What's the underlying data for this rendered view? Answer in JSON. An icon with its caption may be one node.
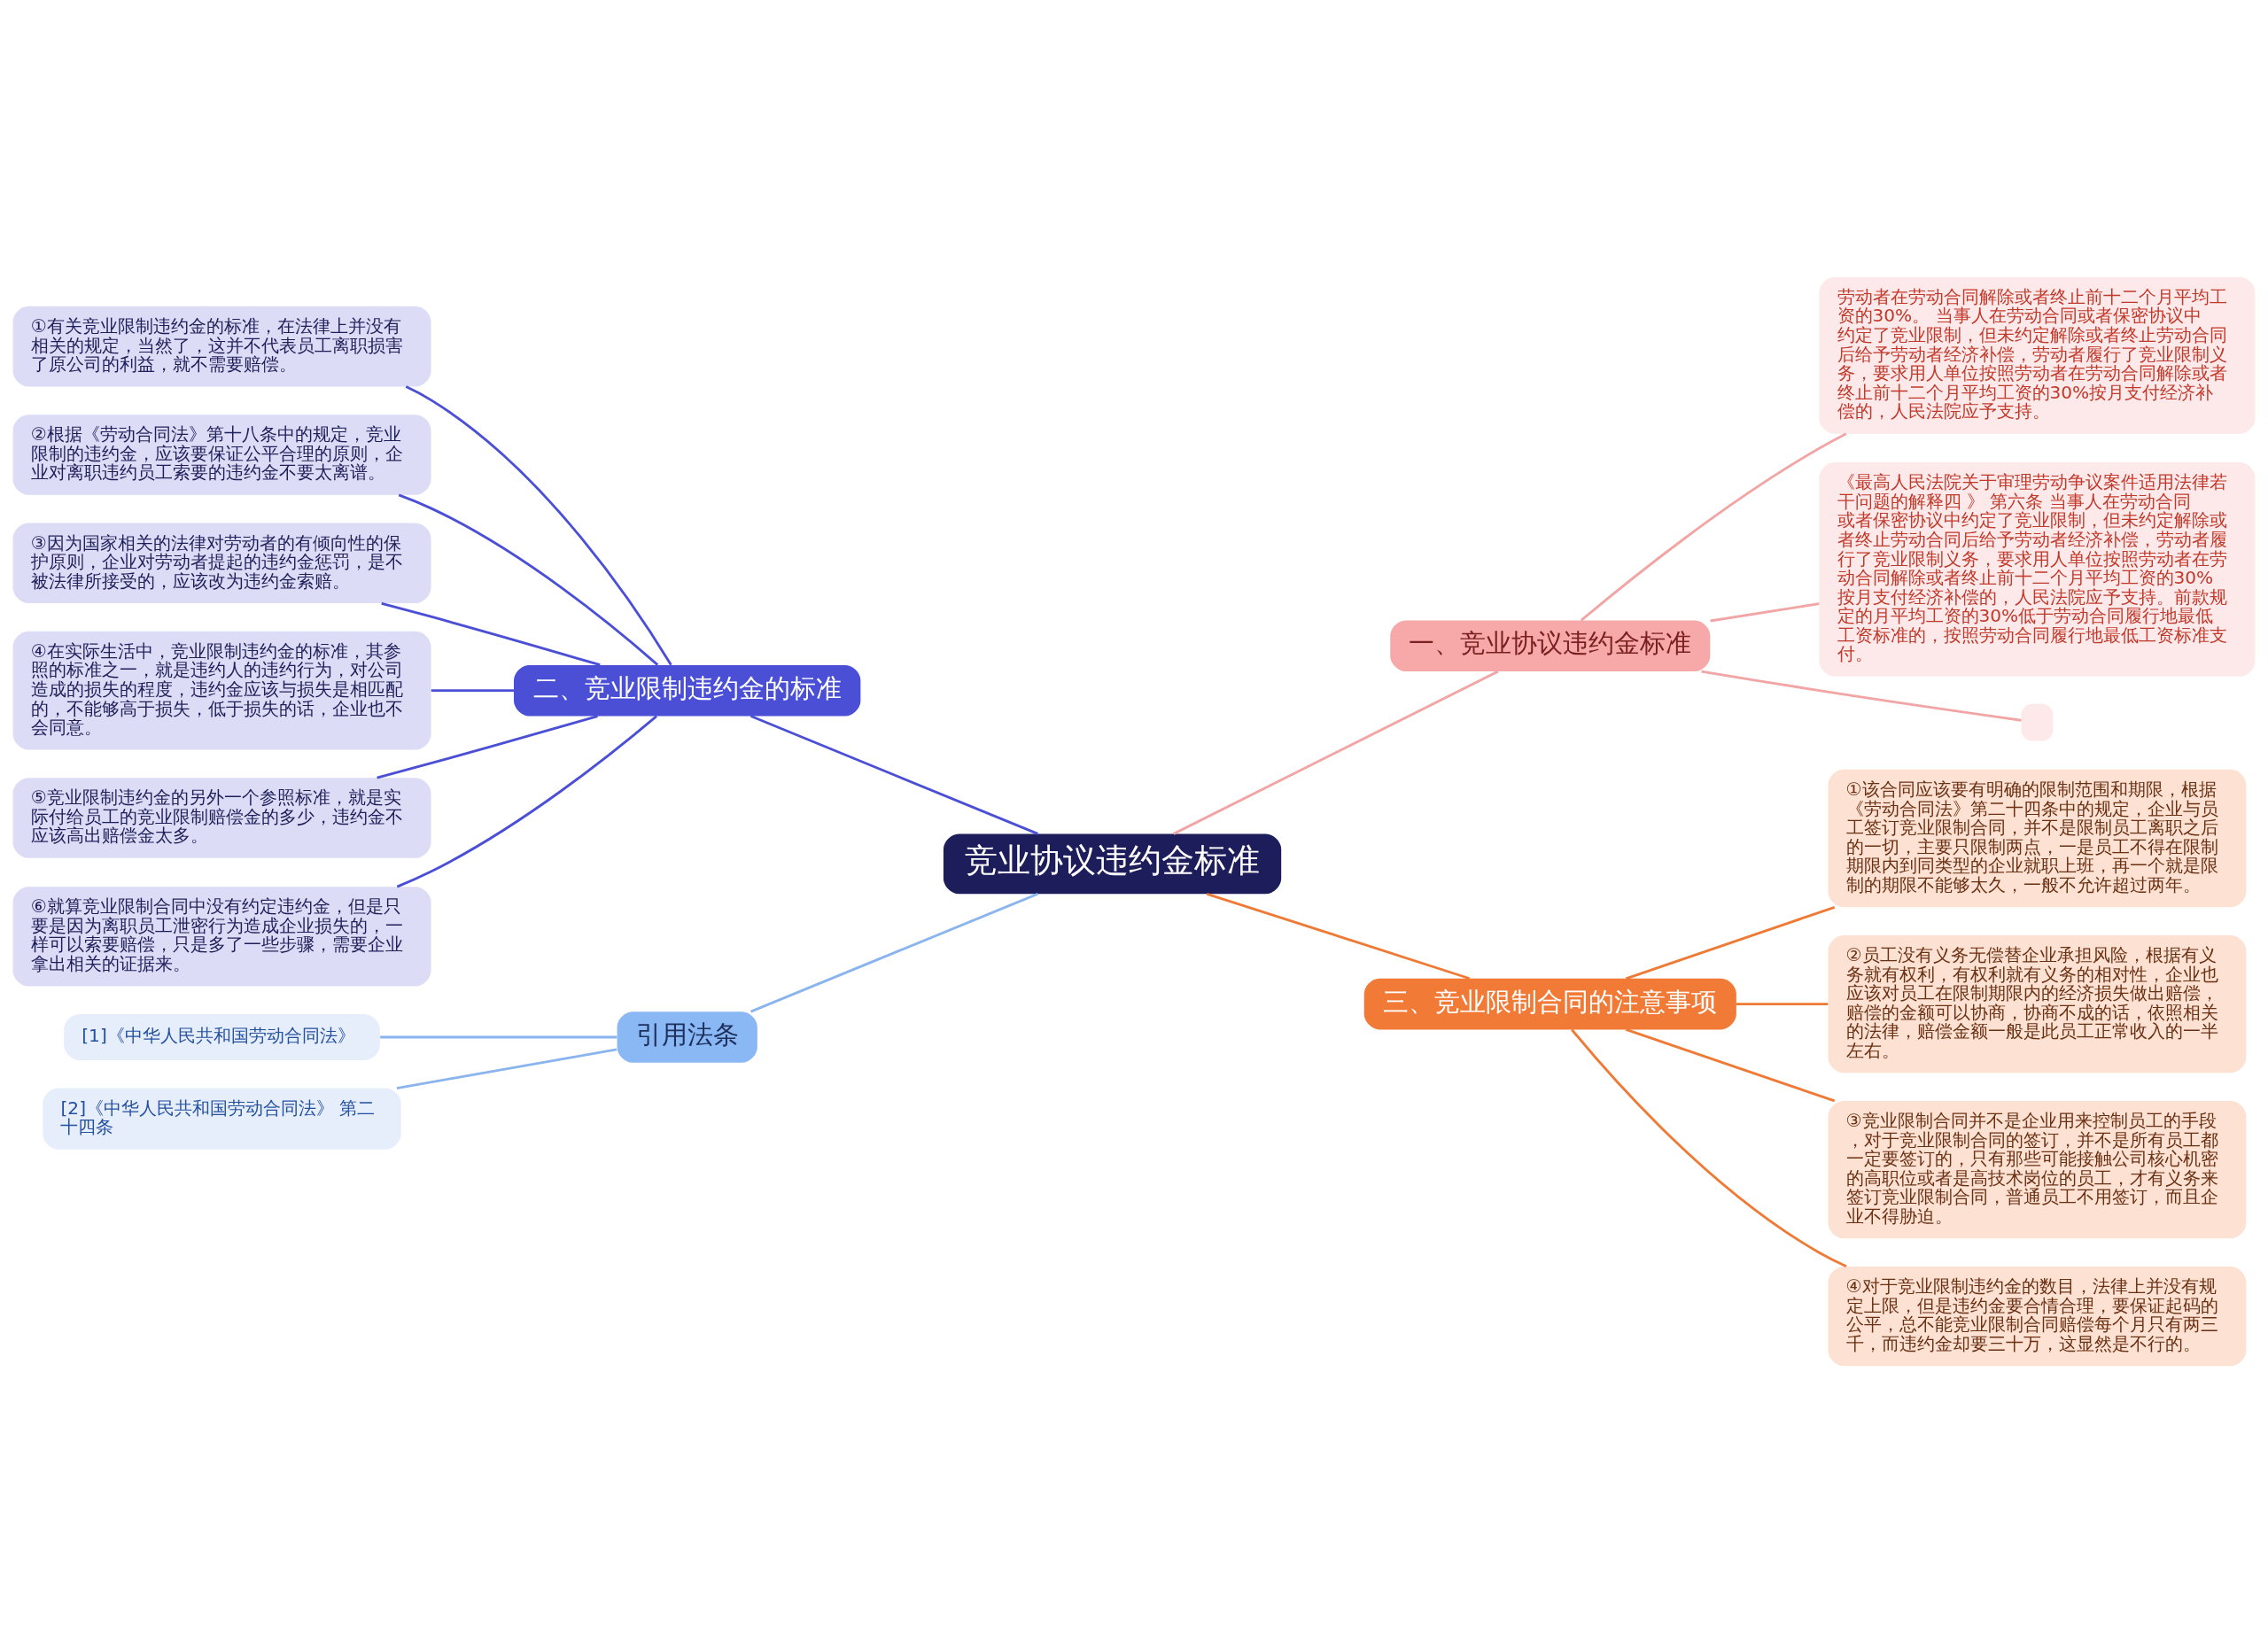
{
  "diagram": {
    "nodes": [
      {
        "text": [
          "竞业协议违约金标准"
        ]
      },
      {
        "text": [
          "一、竞业协议违约金标准"
        ]
      },
      {
        "text": [
          "劳动者在劳动合同解除或者终止前十二个月平均工资的30%。 当事人在劳动合同或者保密协议中约定了竞业限制，但未约定解除或者终止劳动合同后给予劳动者经济补偿，劳动者履行了竞业限制义务，要求用人单位按照劳动者在劳动合同解除或者终止前十二个月平均工资的30%按月支付经济补偿的，人民法院应予支持。"
        ]
      },
      {
        "text": [
          "《最高人民法院关于审理劳动争议案件适用法律若干问题的解释四 》 第六条 当事人在劳动合同或者保密协议中约定了竞业限制，但未约定解除或者终止劳动合同后给予劳动者经济补偿，劳动者履行了竞业限制义务，要求用人单位按照劳动者在劳动合同解除或者终止前十二个月平均工资的30%按月支付经济补偿的，人民法院应予支持。前款规定的月平均工资的30%低于劳动合同履行地最低工资标准的，按照劳动合同履行地最低工资标准支付。"
        ]
      },
      {
        "text": [],
        "shape": "box"
      },
      {
        "text": [
          "二、竞业限制违约金的标准"
        ]
      },
      {
        "text": [
          "①有关竞业限制违约金的标准，在法律上并没有相关的规定，当然了，这并不代表员工离职损害了原公司的利益，就不需要赔偿。"
        ]
      },
      {
        "text": [
          "②根据《劳动合同法》第十八条中的规定，竞业限制的违约金，应该要保证公平合理的原则，企业对离职违约员工索要的违约金不要太离谱。"
        ]
      },
      {
        "text": [
          "③因为国家相关的法律对劳动者的有倾向性的保护原则，企业对劳动者提起的违约金惩罚，是不被法律所接受的，应该改为违约金索赔。"
        ]
      },
      {
        "text": [
          "④在实际生活中，竞业限制违约金的标准，其参照的标准之一，就是违约人的违约行为，对公司造成的损失的程度，违约金应该与损失是相匹配的，不能够高于损失，低于损失的话，企业也不会同意。"
        ]
      },
      {
        "text": [
          "⑤竞业限制违约金的另外一个参照标准，就是实际付给员工的竞业限制赔偿金的多少，违约金不应该高出赔偿金太多。"
        ]
      },
      {
        "text": [
          "⑥就算竞业限制合同中没有约定违约金，但是只要是因为离职员工泄密行为造成企业损失的，一样可以索要赔偿，只是多了一些步骤，需要企业拿出相关的证据来。"
        ]
      },
      {
        "text": [
          "三、竞业限制合同的注意事项"
        ]
      },
      {
        "text": [
          "①该合同应该要有明确的限制范围和期限，根据《劳动合同法》第二十四条中的规定，企业与员工签订竞业限制合同，并不是限制员工离职之后的一切，主要只限制两点，一是员工不得在限制期限内到同类型的企业就职上班，再一个就是限制的期限不能够太久，一般不允许超过两年。"
        ]
      },
      {
        "text": [
          "②员工没有义务无偿替企业承担风险，根据有义务就有权利，有权利就有义务的相对性，企业也应该对员工在限制期限内的经济损失做出赔偿，赔偿的金额可以协商，协商不成的话，依照相关的法律，赔偿金额一般是此员工正常收入的一半左右。"
        ]
      },
      {
        "text": [
          "③竞业限制合同并不是企业用来控制员工的手段，对于竞业限制合同的签订，并不是所有员工都一定要签订的，只有那些可能接触公司核心机密的高职位或者是高技术岗位的员工，才有义务来签订竞业限制合同，普通员工不用签订，而且企业不得胁迫。"
        ]
      },
      {
        "text": [
          "④对于竞业限制违约金的数目，法律上并没有规定上限，但是违约金要合情合理，要保证起码的公平，总不能竞业限制合同赔偿每个月只有两三千，而违约金却要三十万，这显然是不行的。"
        ]
      },
      {
        "text": [
          "引用法条"
        ]
      },
      {
        "text": [
          "[1]《中华人民共和国劳动合同法》"
        ]
      },
      {
        "text": [
          "[2]《中华人民共和国劳动合同法》 第二十四条"
        ]
      }
    ],
    "edges": [
      {
        "from": 0,
        "to": 1,
        "arrow": "none",
        "color": "#f2a5a5"
      },
      {
        "from": 1,
        "to": 2,
        "arrow": "none",
        "color": "#f2a5a5"
      },
      {
        "from": 1,
        "to": 3,
        "arrow": "none",
        "color": "#f2a5a5"
      },
      {
        "from": 1,
        "to": 4,
        "arrow": "none",
        "color": "#f2a5a5"
      },
      {
        "from": 0,
        "to": 5,
        "arrow": "none"
      },
      {
        "from": 5,
        "to": 6,
        "arrow": "none"
      },
      {
        "from": 5,
        "to": 7,
        "arrow": "none"
      },
      {
        "from": 5,
        "to": 8,
        "arrow": "none"
      },
      {
        "from": 5,
        "to": 9,
        "arrow": "none"
      },
      {
        "from": 5,
        "to": 10,
        "arrow": "none"
      },
      {
        "from": 5,
        "to": 11,
        "arrow": "none"
      },
      {
        "from": 0,
        "to": 12,
        "arrow": "none",
        "color": "#ef7a35"
      },
      {
        "from": 12,
        "to": 13,
        "arrow": "none",
        "color": "#ef7a35"
      },
      {
        "from": 12,
        "to": 14,
        "arrow": "none",
        "color": "#ef7a35"
      },
      {
        "from": 12,
        "to": 15,
        "arrow": "none",
        "color": "#ef7a35"
      },
      {
        "from": 12,
        "to": 16,
        "arrow": "none",
        "color": "#ef7a35"
      },
      {
        "from": 0,
        "to": 17,
        "arrow": "none",
        "color": "#8ab4ee"
      },
      {
        "from": 17,
        "to": 18,
        "arrow": "none",
        "color": "#8ab4ee"
      },
      {
        "from": 17,
        "to": 19,
        "arrow": "none",
        "color": "#8ab4ee"
      }
    ]
  }
}
